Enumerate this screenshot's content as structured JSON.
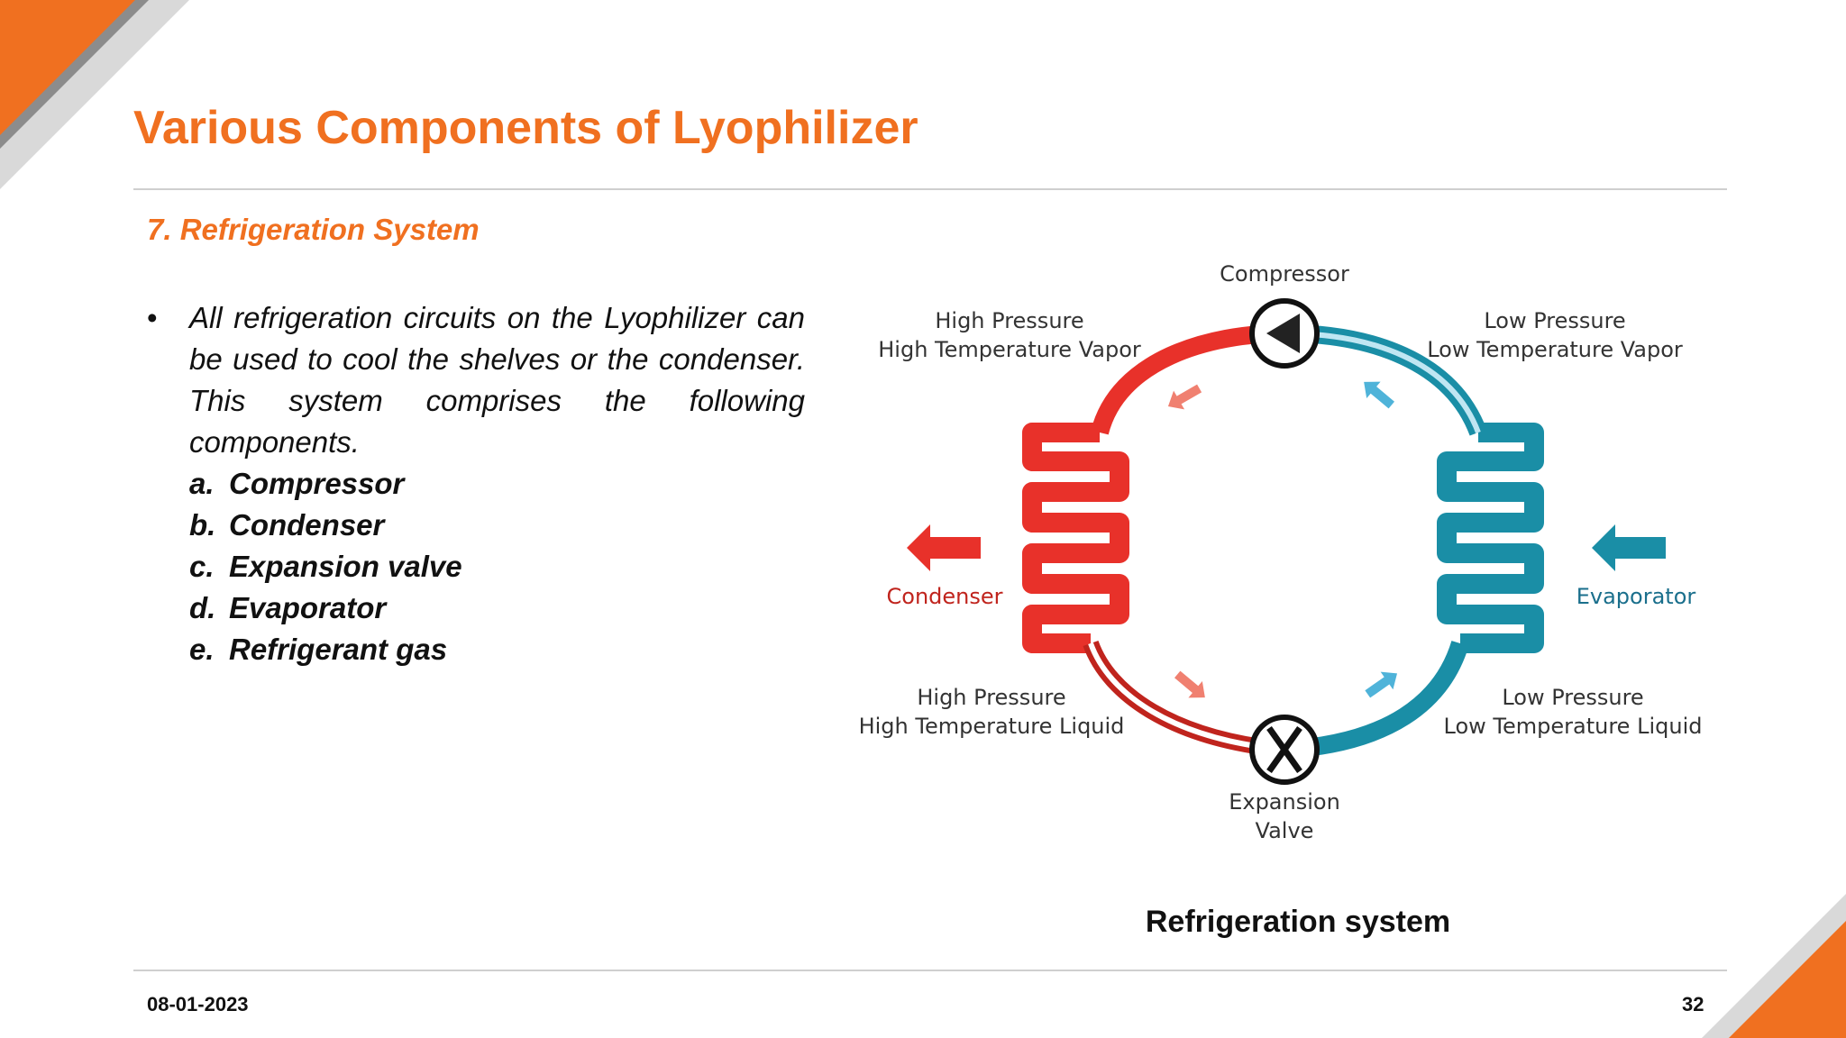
{
  "slide": {
    "title": "Various Components of Lyophilizer",
    "section_title": "7. Refrigeration System",
    "bullet_text": "All refrigeration circuits on the Lyophilizer can be used to cool the shelves or the condenser. This system comprises the following components.",
    "components": [
      {
        "letter": "a.",
        "label": "Compressor"
      },
      {
        "letter": "b.",
        "label": "Condenser"
      },
      {
        "letter": "c.",
        "label": "Expansion valve"
      },
      {
        "letter": "d.",
        "label": "Evaporator"
      },
      {
        "letter": "e.",
        "label": "Refrigerant gas"
      }
    ],
    "caption": "Refrigeration system"
  },
  "diagram": {
    "compressor": "Compressor",
    "condenser": "Condenser",
    "evaporator": "Evaporator",
    "expansion_valve": [
      "Expansion",
      "Valve"
    ],
    "hp_vapor": [
      "High Pressure",
      "High Temperature Vapor"
    ],
    "lp_vapor": [
      "Low Pressure",
      "Low Temperature Vapor"
    ],
    "hp_liquid": [
      "High Pressure",
      "High Temperature Liquid"
    ],
    "lp_liquid": [
      "Low Pressure",
      "Low Temperature Liquid"
    ],
    "colors": {
      "hot": "#e8312a",
      "hot_dark": "#c0241d",
      "cold": "#1a8ea6",
      "cold_light": "#4fb3d9",
      "label_cold": "#1a6f8c"
    }
  },
  "footer": {
    "date": "08-01-2023",
    "page": "32"
  },
  "theme": {
    "accent": "#f07020",
    "corner_gray": "#d9d9d9",
    "rule": "#cfcfcf"
  }
}
